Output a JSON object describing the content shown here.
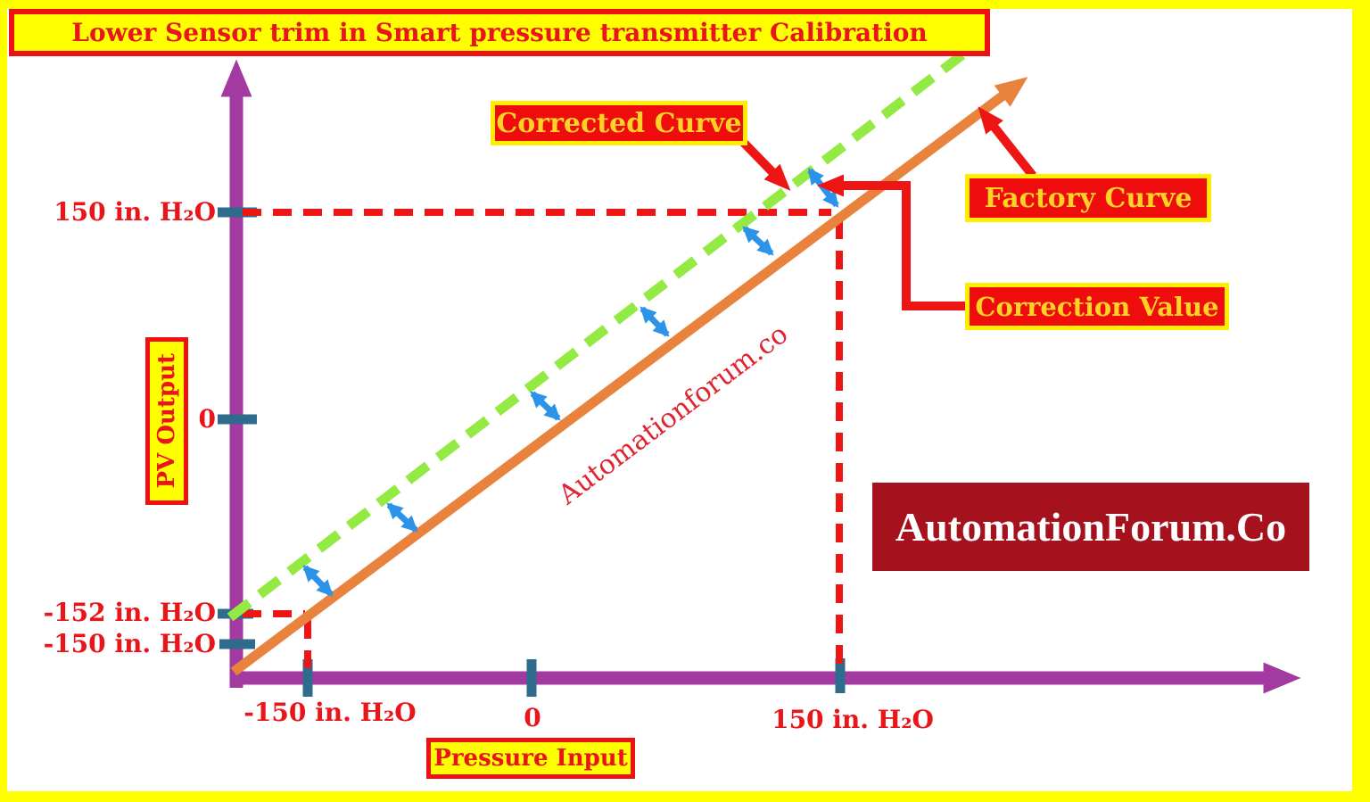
{
  "title": "Lower Sensor trim in Smart pressure transmitter Calibration",
  "axes": {
    "y_axis": {
      "label": "PV Output",
      "ticks": [
        "150 in. H₂O",
        "0",
        "-152 in. H₂O",
        "-150 in. H₂O"
      ]
    },
    "x_axis": {
      "label": "Pressure Input",
      "ticks": [
        "-150 in. H₂O",
        "0",
        "150 in. H₂O"
      ]
    }
  },
  "callouts": {
    "corrected_curve": "Corrected Curve",
    "factory_curve": "Factory Curve",
    "correction_value": "Correction Value"
  },
  "watermark": "Automationforum.co",
  "brand_banner": "AutomationForum.Co",
  "colors": {
    "frame_yellow": "#ffff00",
    "label_red": "#ee1111",
    "callout_text_yellow": "#ffd226",
    "axis_purple": "#a23aa2",
    "tick_teal": "#2e6b8d",
    "factory_curve_orange": "#e8823c",
    "corrected_curve_green": "#93ea43",
    "correction_arrow_blue": "#2d93e8",
    "guide_red": "#ee1515",
    "banner_dark_red": "#a5121d"
  },
  "chart_data": {
    "type": "line",
    "xlabel": "Pressure Input",
    "ylabel": "PV Output",
    "x_tick_labels": [
      "-150 in. H₂O",
      "0",
      "150 in. H₂O"
    ],
    "y_tick_labels": [
      "150 in. H₂O",
      "0",
      "-152 in. H₂O",
      "-150 in. H₂O"
    ],
    "series": [
      {
        "name": "Factory Curve",
        "style": "solid-orange",
        "points": [
          [
            -150,
            -152
          ],
          [
            150,
            150
          ]
        ]
      },
      {
        "name": "Corrected Curve",
        "style": "dashed-green",
        "points": [
          [
            -152,
            -150
          ],
          [
            148,
            152
          ]
        ]
      }
    ],
    "annotations": "Red dashed guides mark factory-curve reading of -152 in. H₂O at -150 in. H₂O input and the 150 in. H₂O point; blue double-headed arrows show the correction value between factory and corrected curves."
  }
}
